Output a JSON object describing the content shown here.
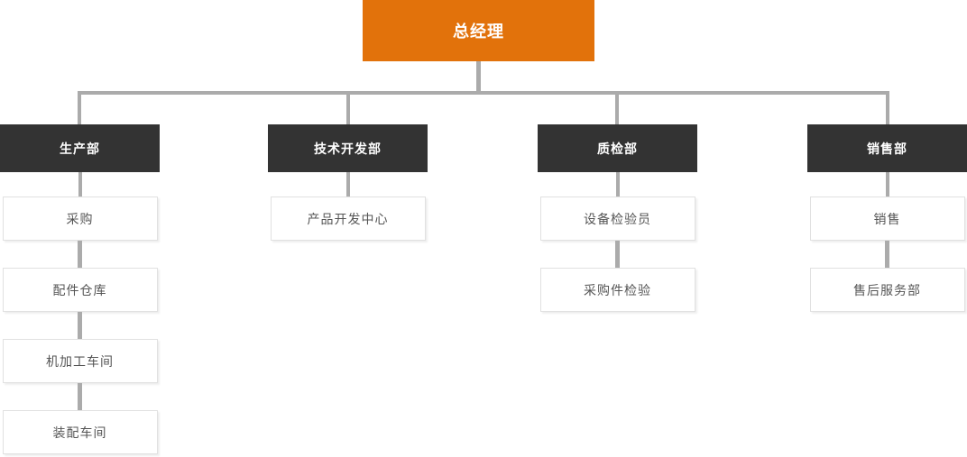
{
  "org": {
    "root": {
      "label": "总经理"
    },
    "columns": [
      {
        "dept": {
          "label": "生产部"
        },
        "children": [
          {
            "label": "采购"
          },
          {
            "label": "配件仓库"
          },
          {
            "label": "机加工车间"
          },
          {
            "label": "装配车间"
          }
        ]
      },
      {
        "dept": {
          "label": "技术开发部"
        },
        "children": [
          {
            "label": "产品开发中心"
          }
        ]
      },
      {
        "dept": {
          "label": "质检部"
        },
        "children": [
          {
            "label": "设备检验员"
          },
          {
            "label": "采购件检验"
          }
        ]
      },
      {
        "dept": {
          "label": "销售部"
        },
        "children": [
          {
            "label": "销售"
          },
          {
            "label": "售后服务部"
          }
        ]
      }
    ]
  },
  "colors": {
    "root_bg": "#E2720B",
    "root_text": "#FFFFFF",
    "dept_bg": "#333333",
    "dept_text": "#FFFFFF",
    "connector": "#ABABAB",
    "child_border": "#E1E1E1",
    "child_text": "#555555"
  }
}
